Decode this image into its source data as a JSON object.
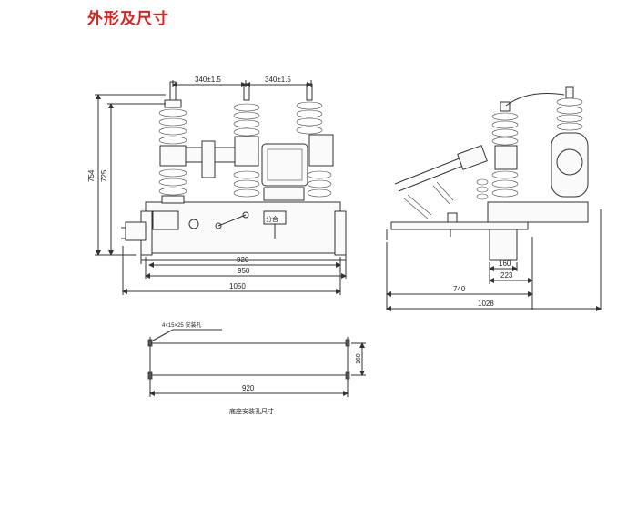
{
  "title": "外形及尺寸",
  "dims": {
    "pitch_left": "340±1.5",
    "pitch_right": "340±1.5",
    "height_outer": "754",
    "height_inner": "725",
    "w920": "920",
    "w950": "950",
    "w1050": "1050",
    "d160": "160",
    "d223": "223",
    "d740": "740",
    "d1028": "1028",
    "hole_note": "4×15×25 安装孔",
    "base_160": "160",
    "base_920": "920",
    "base_caption": "底座安装孔尺寸"
  },
  "switch_label": "分合"
}
